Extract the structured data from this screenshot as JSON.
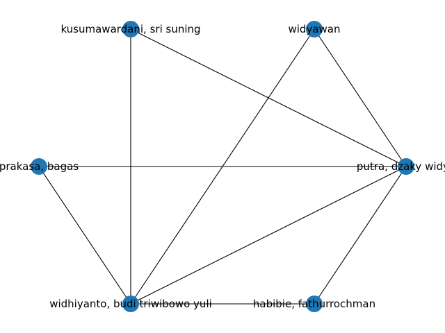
{
  "graph": {
    "nodes": [
      {
        "id": "kusuma",
        "label": "kusumawardani, sri suning"
      },
      {
        "id": "widyawan",
        "label": "widyawan"
      },
      {
        "id": "prakasa",
        "label": "prakasa, bagas"
      },
      {
        "id": "putra",
        "label": "putra, dzaky widya"
      },
      {
        "id": "widhiyanto",
        "label": "widhiyanto, budi triwibowo yuli"
      },
      {
        "id": "habibie",
        "label": "habibie, fathurrochman"
      }
    ],
    "edges": [
      [
        "kusuma",
        "putra"
      ],
      [
        "kusuma",
        "widhiyanto"
      ],
      [
        "widyawan",
        "putra"
      ],
      [
        "widyawan",
        "widhiyanto"
      ],
      [
        "prakasa",
        "putra"
      ],
      [
        "prakasa",
        "widhiyanto"
      ],
      [
        "putra",
        "widhiyanto"
      ],
      [
        "putra",
        "habibie"
      ],
      [
        "widhiyanto",
        "habibie"
      ]
    ],
    "colors": {
      "node": "#1f77b4",
      "edge": "#000000",
      "label": "#000000"
    }
  }
}
